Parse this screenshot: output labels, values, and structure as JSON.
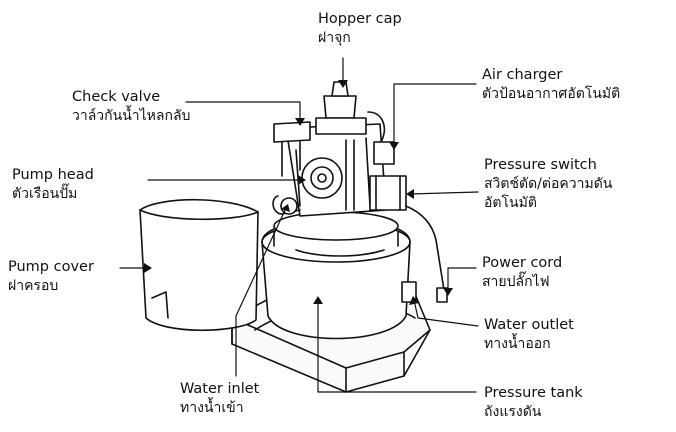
{
  "labels": {
    "hopper_cap": {
      "en": "Hopper cap",
      "th": "ฝาจุก"
    },
    "check_valve": {
      "en": "Check valve",
      "th": "วาล์วกันน้ำไหลกลับ"
    },
    "air_charger": {
      "en": "Air charger",
      "th": "ตัวป้อนอากาศอัตโนมัติ"
    },
    "pump_head": {
      "en": "Pump head",
      "th": "ตัวเรือนปั๊ม"
    },
    "pressure_switch": {
      "en": "Pressure switch",
      "th1": "สวิตช์ตัด/ต่อความดัน",
      "th2": "อัตโนมัติ"
    },
    "pump_cover": {
      "en": "Pump cover",
      "th": "ฝาครอบ"
    },
    "power_cord": {
      "en": "Power cord",
      "th": "สายปลั๊กไฟ"
    },
    "water_outlet": {
      "en": "Water outlet",
      "th": "ทางน้ำออก"
    },
    "water_inlet": {
      "en": "Water inlet",
      "th": "ทางน้ำเข้า"
    },
    "pressure_tank": {
      "en": "Pressure tank",
      "th": "ถังแรงดัน"
    }
  },
  "colors": {
    "line": "#111111",
    "background": "#ffffff"
  }
}
